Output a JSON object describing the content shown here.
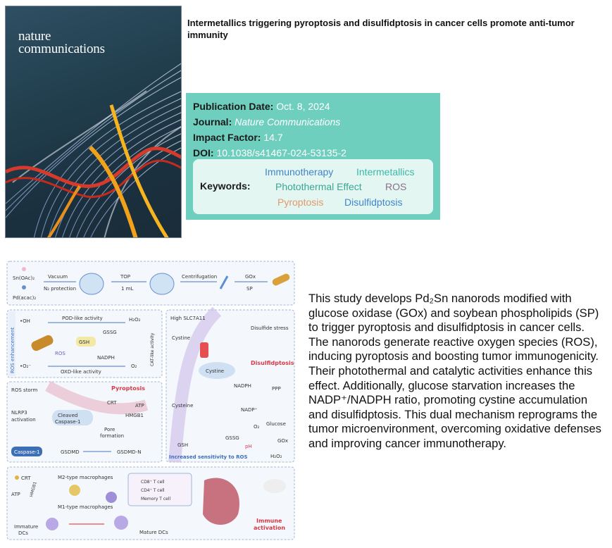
{
  "cover": {
    "journal_logo_line1": "nature",
    "journal_logo_line2": "communications"
  },
  "title": "Intermetallics triggering pyroptosis and disulfidptosis in cancer cells promote anti-tumor immunity",
  "info": {
    "publication_date_label": "Publication Date:",
    "publication_date": "Oct. 8, 2024",
    "journal_label": "Journal:",
    "journal": "Nature Communications",
    "impact_factor_label": "Impact Factor:",
    "impact_factor": "14.7",
    "doi_label": "DOI:",
    "doi": "10.1038/s41467-024-53135-2",
    "keywords_label": "Keywords:",
    "keywords": [
      {
        "text": "Immunotherapy",
        "color": "#3f86c8"
      },
      {
        "text": "Intermetallics",
        "color": "#3ab9a8"
      },
      {
        "text": "Photothermal Effect",
        "color": "#3aa792"
      },
      {
        "text": "ROS",
        "color": "#8a6f88"
      },
      {
        "text": "Pyroptosis",
        "color": "#e09a6c"
      },
      {
        "text": "Disulfidptosis",
        "color": "#3f86c8"
      }
    ]
  },
  "abstract": "This study develops Pd₂Sn nanorods modified with glucose oxidase (GOx) and soybean phospholipids (SP) to trigger pyroptosis and disulfidptosis in cancer cells. The nanorods generate reactive oxygen species (ROS), inducing pyroptosis and boosting tumor immunogenicity. Their photothermal and catalytic activities enhance this effect. Additionally, glucose starvation increases the NADP⁺/NADPH ratio, promoting cystine accumulation and disulfidptosis. This dual mechanism reprograms the tumor microenvironment, overcoming oxidative defenses and improving cancer immunotherapy.",
  "figure": {
    "synthesis": {
      "sn": "Sn(OAc)₂",
      "pd": "Pd(acac)₂",
      "vacuum": "Vacuum",
      "n2": "N₂ protection",
      "top": "TOP",
      "ml": "1 mL",
      "centrifugation": "Centrifugation",
      "gox": "GOx",
      "sp": "SP"
    },
    "ros_panel": {
      "side_label": "ROS enhancement",
      "oh": "•OH",
      "pod": "POD-like activity",
      "h2o2": "H₂O₂",
      "gssg": "GSSG",
      "gsh": "GSH",
      "ros": "ROS",
      "nadph": "NADPH",
      "o2m": "•O₂⁻",
      "oxd": "OXD-like activity",
      "o2": "O₂",
      "cat": "CAT-like activity"
    },
    "pyro_panel": {
      "ros_storm": "ROS storm",
      "pyroptosis": "Pyroptosis",
      "crt": "CRT",
      "atp": "ATP",
      "nlrp3": "NLRP3",
      "activation": "activation",
      "cleaved1": "Cleaved",
      "cleaved2": "Caspase-1",
      "hmgb1": "HMGB1",
      "pore1": "Pore",
      "pore2": "formation",
      "casp1": "Caspase-1",
      "gsdmd": "GSDMD",
      "gsdmdn": "GSDMD-N"
    },
    "disulf_panel": {
      "high": "High SLC7A11",
      "stress": "Disulfide stress",
      "cystine_out": "Cystine",
      "cystine_in": "Cystine",
      "disulfidptosis": "Disulfidptosis",
      "nadph": "NADPH",
      "ppp": "PPP",
      "cysteine": "Cysteine",
      "nadp": "NADP⁺",
      "o2": "O₂",
      "glucose": "Glucose",
      "gox": "GOx",
      "gsh": "GSH",
      "gssg": "GSSG",
      "ph": "pH",
      "h2o2": "H₂O₂",
      "sensitivity": "Increased sensitivity to ROS"
    },
    "immune_panel": {
      "crt": "CRT",
      "atp": "ATP",
      "hmgb1": "HMGB1",
      "m2": "M2-type macrophages",
      "m1": "M1-type macrophages",
      "cd8": "CD8⁺ T cell",
      "cd4": "CD4⁺ T cell",
      "memory": "Memory T cell",
      "immature1": "Immature",
      "immature2": "DCs",
      "mature": "Mature DCs",
      "immune1": "Immune",
      "immune2": "activation"
    }
  }
}
